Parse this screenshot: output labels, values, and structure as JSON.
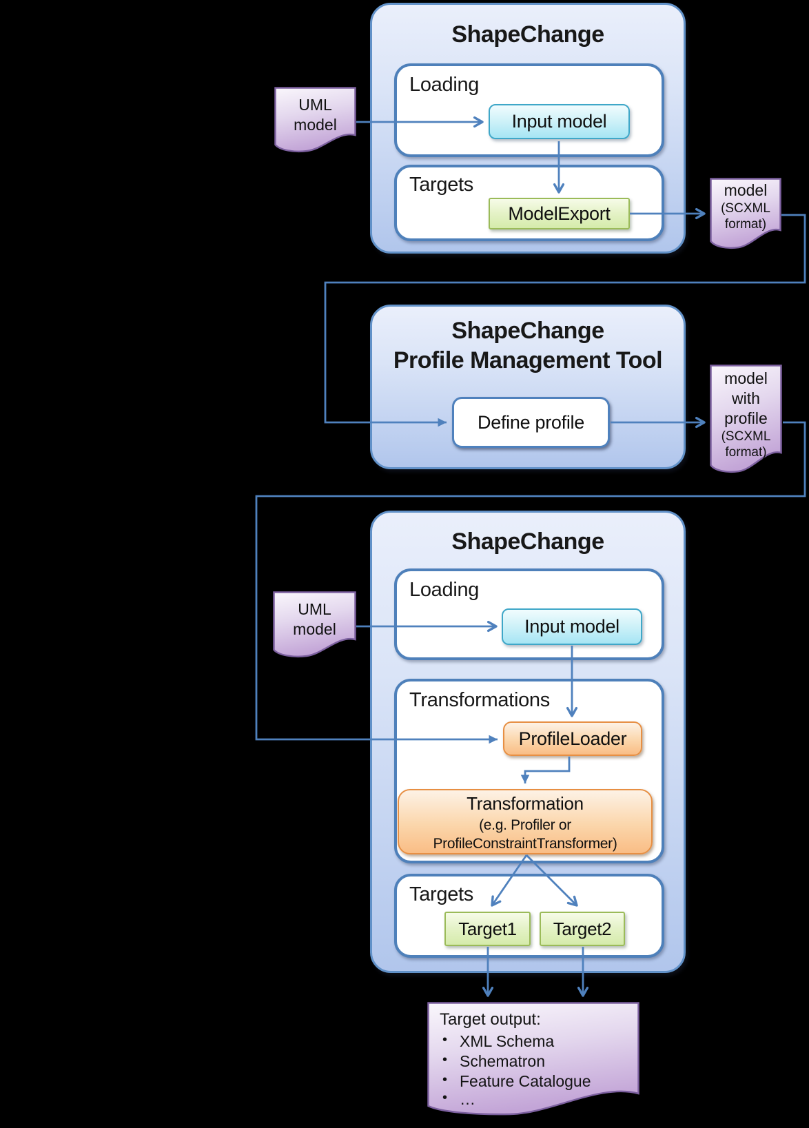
{
  "colors": {
    "line": "#4f81bd",
    "outer_border": "#6191c8",
    "inner_border": "#4e80ba",
    "cyan_border": "#3fa7c8",
    "green_border": "#9bbb59",
    "orange_border": "#e78f43",
    "doc_border": "#7d61a0"
  },
  "top_shapechange": {
    "title": "ShapeChange",
    "loading_label": "Loading",
    "input_model_label": "Input model",
    "targets_label": "Targets",
    "model_export_label": "ModelExport"
  },
  "uml_model_doc_top": {
    "line1": "UML",
    "line2": "model"
  },
  "model_scxml_doc": {
    "line1": "model",
    "line2": "(SCXML",
    "line3": "format)"
  },
  "profile_tool": {
    "title_line1": "ShapeChange",
    "title_line2": "Profile Management Tool",
    "define_profile_label": "Define profile"
  },
  "model_with_profile_doc": {
    "line1": "model",
    "line2": "with",
    "line3": "profile",
    "line4": "(SCXML",
    "line5": "format)"
  },
  "bottom_shapechange": {
    "title": "ShapeChange",
    "loading_label": "Loading",
    "input_model_label": "Input model",
    "transformations_label": "Transformations",
    "profile_loader_label": "ProfileLoader",
    "transformation_line1": "Transformation",
    "transformation_line2": "(e.g. Profiler or",
    "transformation_line3": "ProfileConstraintTransformer)",
    "targets_label": "Targets",
    "target1_label": "Target1",
    "target2_label": "Target2"
  },
  "uml_model_doc_bottom": {
    "line1": "UML",
    "line2": "model"
  },
  "target_output_doc": {
    "title": "Target output:",
    "bullet_char": "•",
    "bullets": [
      "XML Schema",
      "Schematron",
      "Feature Catalogue",
      "…"
    ]
  }
}
